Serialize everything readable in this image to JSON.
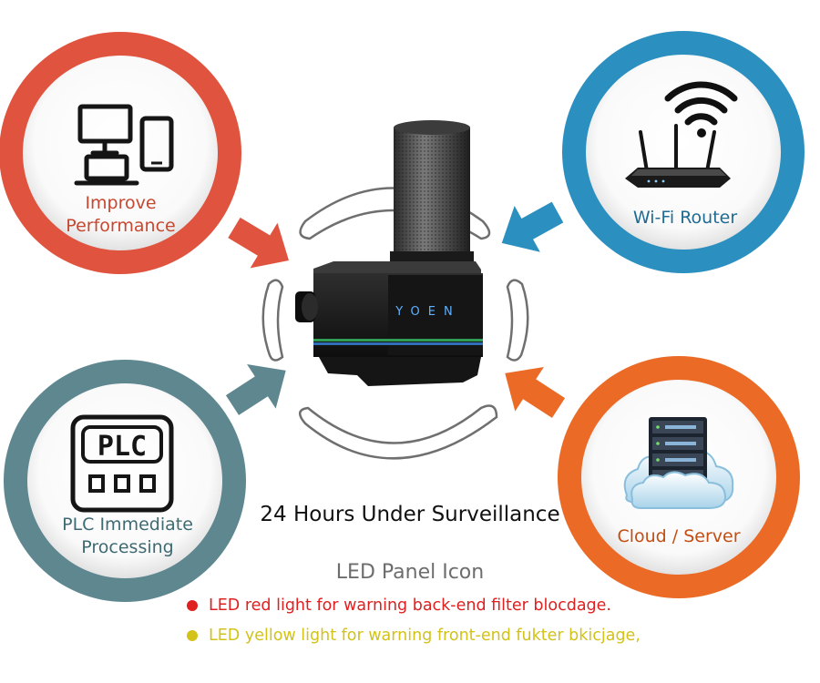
{
  "colors": {
    "improve": "#e0533f",
    "wifi": "#2b8fbf",
    "plc": "#5e8790",
    "cloud": "#ea6a26",
    "led_red": "#e02020",
    "led_yellow": "#d2c21a",
    "label_red": "#c8472f",
    "label_blue": "#1e6b93",
    "label_teal": "#3e6a72",
    "label_orange": "#c24e14"
  },
  "nodes": {
    "improve_performance": {
      "label_line1": "Improve",
      "label_line2": "Performance",
      "icons": [
        "monitor-icon",
        "tablet-icon",
        "laptop-icon"
      ]
    },
    "wifi_router": {
      "label": "Wi-Fi Router",
      "icons": [
        "wifi-signal-icon",
        "router-icon"
      ]
    },
    "plc": {
      "label_line1": "PLC Immediate",
      "label_line2": "Processing",
      "icon_text": "PLC",
      "icons": [
        "plc-panel-icon"
      ]
    },
    "cloud_server": {
      "label": "Cloud / Server",
      "icons": [
        "server-rack-icon",
        "cloud-icon"
      ]
    }
  },
  "device": {
    "brand": "YOEN",
    "icons": [
      "air-cleaner-device-icon"
    ]
  },
  "headline": "24 Hours Under Surveillance",
  "led_title": "LED Panel Icon",
  "legend": [
    {
      "text": "LED red light for warning back-end filter blocdage."
    },
    {
      "text": "LED yellow light for warning front-end fukter bkicjage,"
    }
  ]
}
